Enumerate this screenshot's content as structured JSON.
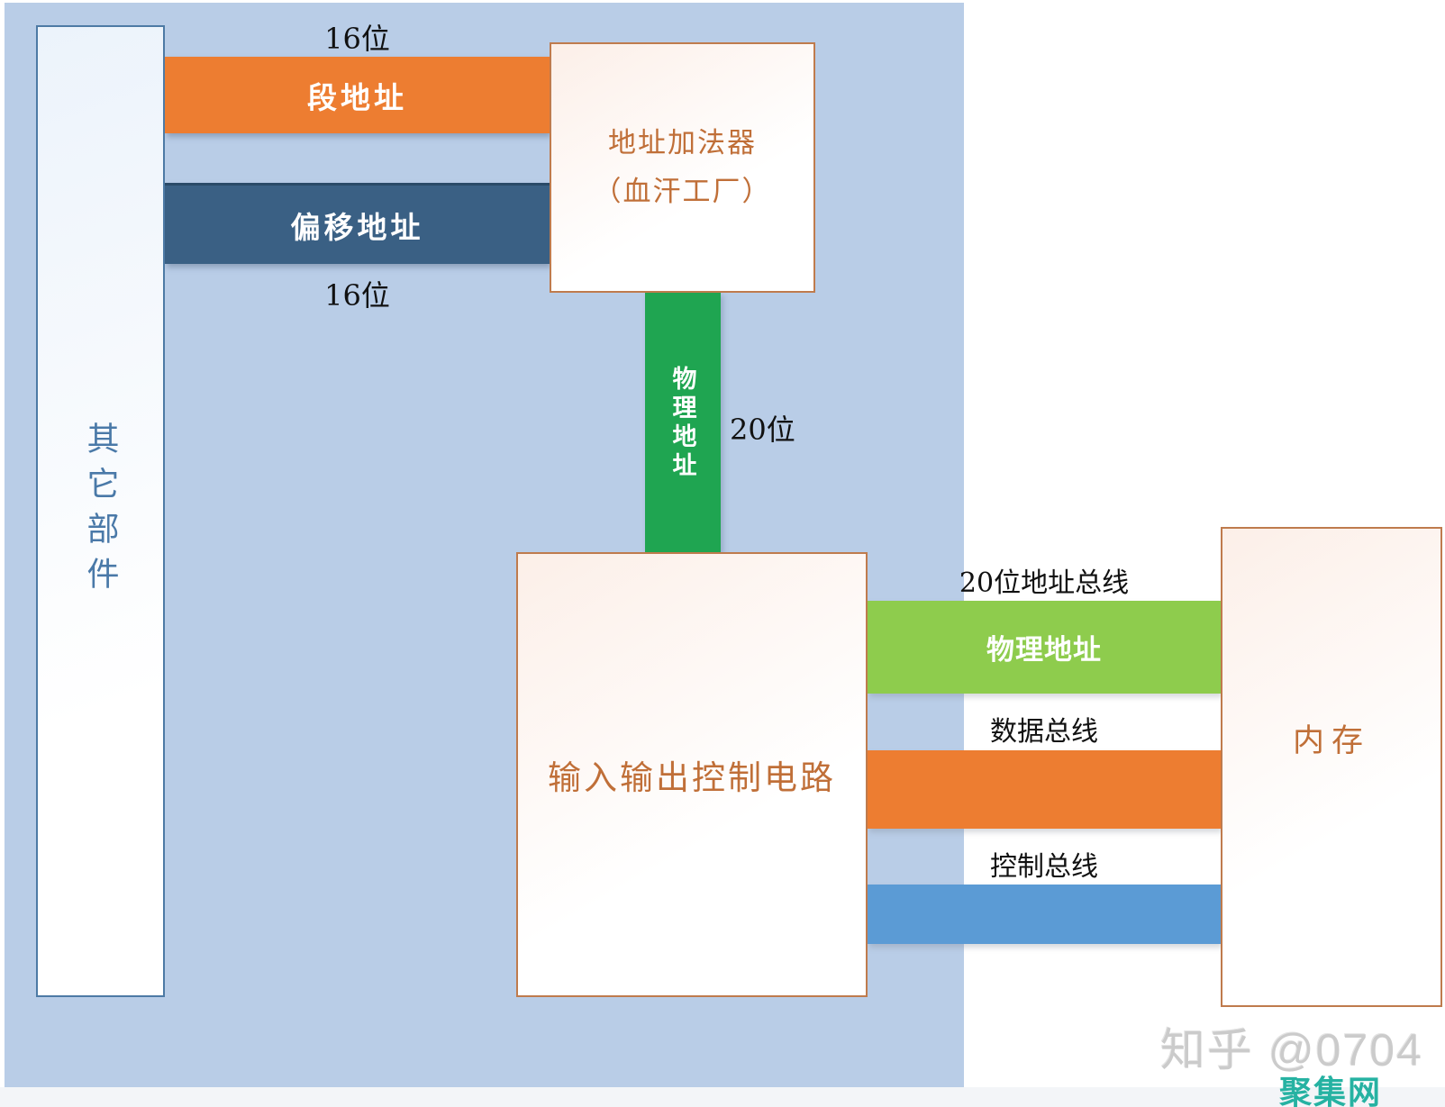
{
  "palette": {
    "cpu_background": "#b9cde7",
    "orange_bar": "#ed7d31",
    "dark_blue_bar": "#3a6084",
    "green_pipe": "#1fa551",
    "light_green_bus": "#8ecc4d",
    "blue_bus": "#5b9bd5",
    "box_border_orange": "#bf7b4d",
    "box_text_orange": "#c06f38",
    "left_box_border": "#4d7aa5",
    "left_box_text": "#4a79a8",
    "watermark_gray": "#cbcbcb",
    "watermark_teal": "#26b2a2"
  },
  "cpu": {
    "other_components_label": "其它部件",
    "segment_bar": {
      "label": "段地址",
      "width_label": "16位"
    },
    "offset_bar": {
      "label": "偏移地址",
      "width_label": "16位"
    },
    "address_adder": {
      "title_line1": "地址加法器",
      "title_line2": "（血汗工厂）"
    },
    "physical_address_pipe": {
      "label": "物理地址",
      "width_label": "20位"
    },
    "io_control_label": "输入输出控制电路"
  },
  "buses": {
    "address_bus": {
      "caption": "20位地址总线",
      "bar_label": "物理地址"
    },
    "data_bus": {
      "caption": "数据总线"
    },
    "control_bus": {
      "caption": "控制总线"
    }
  },
  "memory_label": "内存",
  "watermarks": {
    "zhihu": "知乎 @0704",
    "site": "聚集网"
  }
}
